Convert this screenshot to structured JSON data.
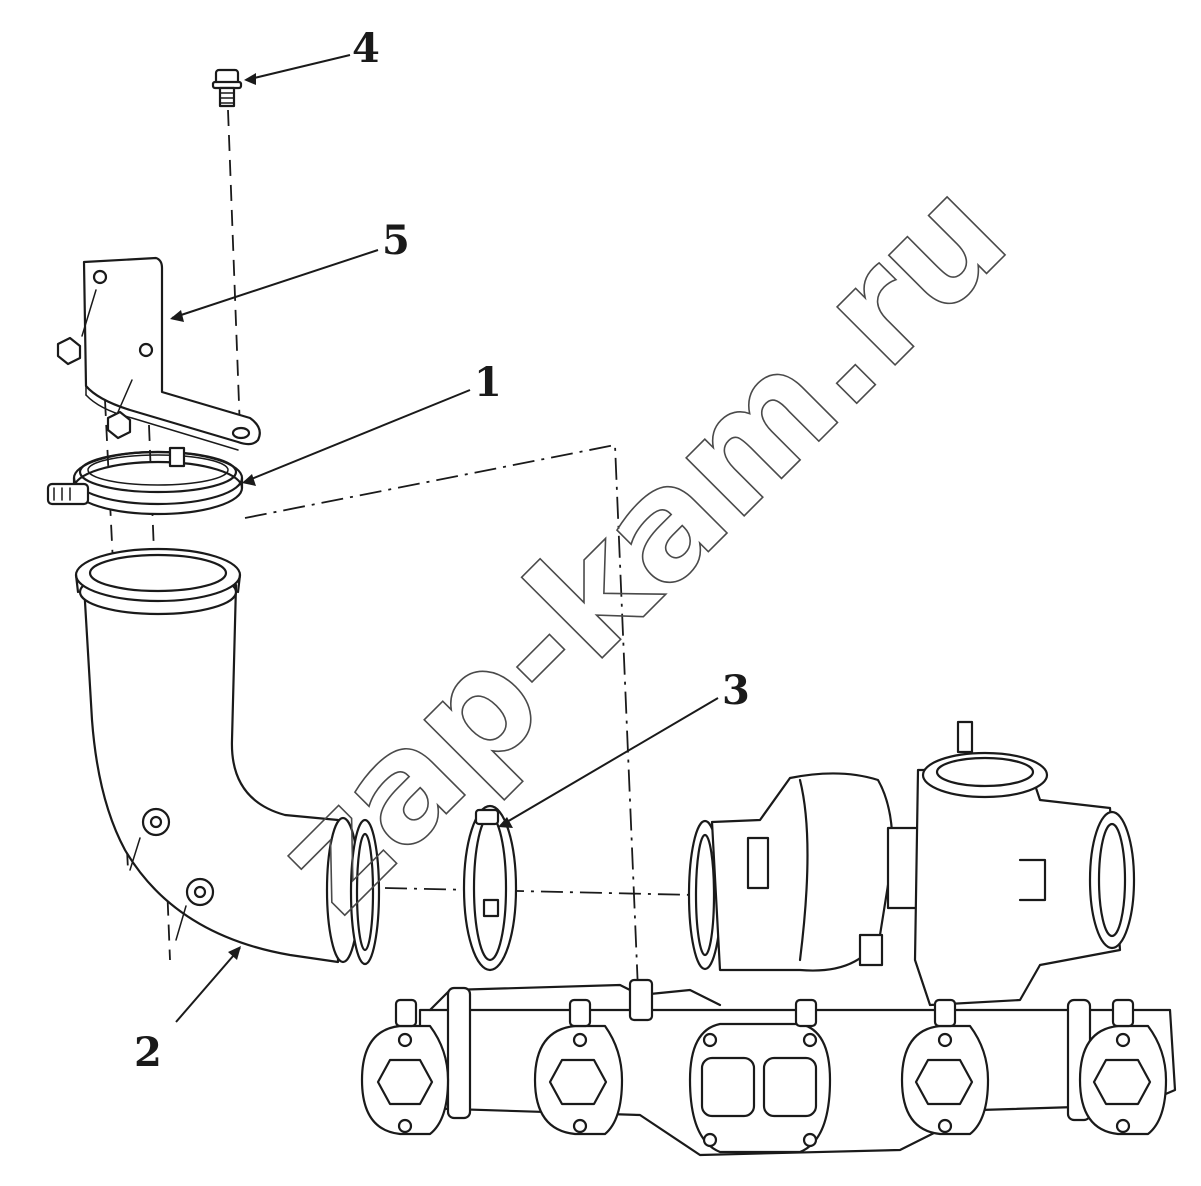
{
  "callouts": [
    {
      "id": "4",
      "label": "4"
    },
    {
      "id": "5",
      "label": "5"
    },
    {
      "id": "1",
      "label": "1"
    },
    {
      "id": "3",
      "label": "3"
    },
    {
      "id": "2",
      "label": "2"
    }
  ],
  "watermark": "zap-kam.ru",
  "colors": {
    "ink": "#1a1a1a",
    "background": "#ffffff"
  }
}
